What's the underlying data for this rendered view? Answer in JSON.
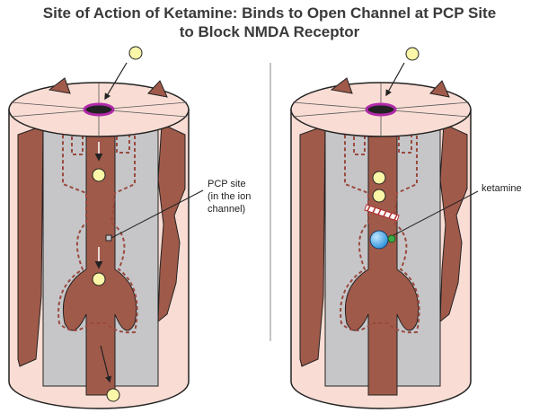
{
  "title": {
    "line1": "Site of Action of Ketamine: Binds to Open Channel at PCP Site",
    "line2": "to Block NMDA Receptor"
  },
  "labels": {
    "pcp_line1": "PCP site",
    "pcp_line2": "(in the ion",
    "pcp_line3": "channel)",
    "ketamine": "ketamine"
  },
  "colors": {
    "outer_fill": "#f9ddd4",
    "subunit_brown": "#a05a4a",
    "channel_gray": "#c6c6c9",
    "ion_yellow": "#fbf7a8",
    "pore_purple": "#b02aa8",
    "ketamine_blue": "#2a90d8",
    "pcp_site_green": "#3aa848",
    "dash_outline": "#9a4a3e"
  }
}
